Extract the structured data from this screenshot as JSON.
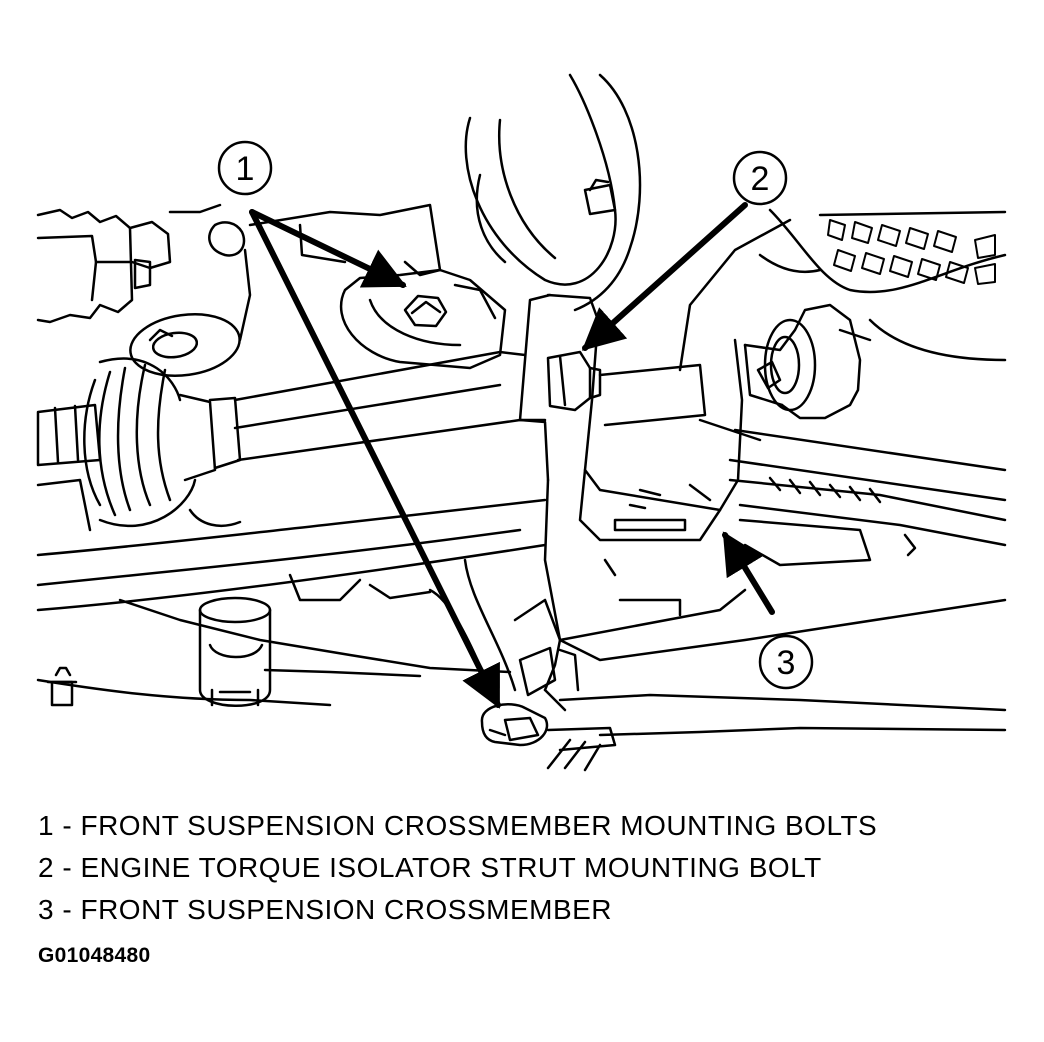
{
  "callouts": [
    {
      "number": "1",
      "text": "FRONT SUSPENSION CROSSMEMBER MOUNTING BOLTS"
    },
    {
      "number": "2",
      "text": "ENGINE TORQUE ISOLATOR STRUT MOUNTING BOLT"
    },
    {
      "number": "3",
      "text": "FRONT SUSPENSION CROSSMEMBER"
    }
  ],
  "legend_separator": " - ",
  "figure_id": "G01048480",
  "colors": {
    "line": "#000000",
    "background": "#ffffff"
  }
}
